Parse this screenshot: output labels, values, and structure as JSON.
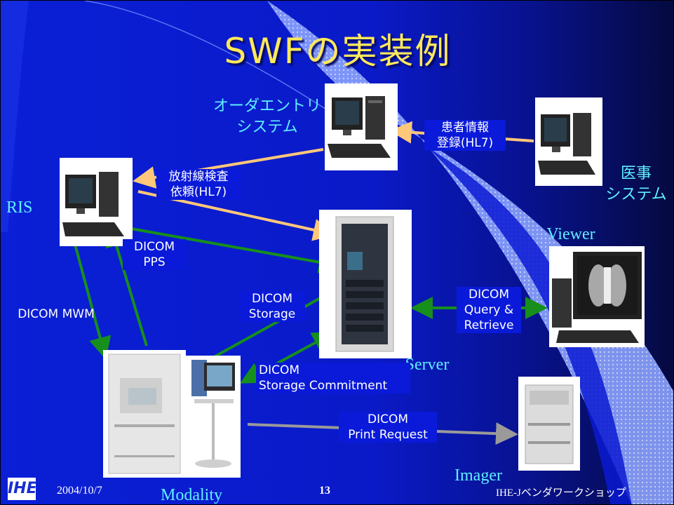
{
  "slide": {
    "title": "SWFの実装例",
    "colors": {
      "background": "#0a1ad2",
      "title": "#ffe95a",
      "node_label": "#5ff0ff",
      "hl7_arrow": "#ffc77a",
      "dicom_arrow": "#178f1c",
      "print_arrow": "#9a9a9a"
    },
    "nodes": {
      "order_entry": "オーダエントリ\nシステム",
      "medical_system": "医事\nシステム",
      "ris": "RIS",
      "viewer": "Viewer",
      "server": "Server",
      "modality": "Modality",
      "imager": "Imager"
    },
    "edges": {
      "patient_info": "患者情報\n登録(HL7)",
      "exam_request": "放射線検査\n依頼(HL7)",
      "dicom_pps": "DICOM\nPPS",
      "dicom_mwm": "DICOM MWM",
      "dicom_storage": "DICOM\nStorage",
      "dicom_qr": "DICOM\nQuery &\nRetrieve",
      "storage_commitment": "DICOM\nStorage Commitment",
      "print_request": "DICOM\nPrint Request"
    },
    "footer": {
      "logo": "IHE",
      "date": "2004/10/7",
      "page": "13",
      "event": "IHE-Jベンダワークショップ"
    }
  }
}
